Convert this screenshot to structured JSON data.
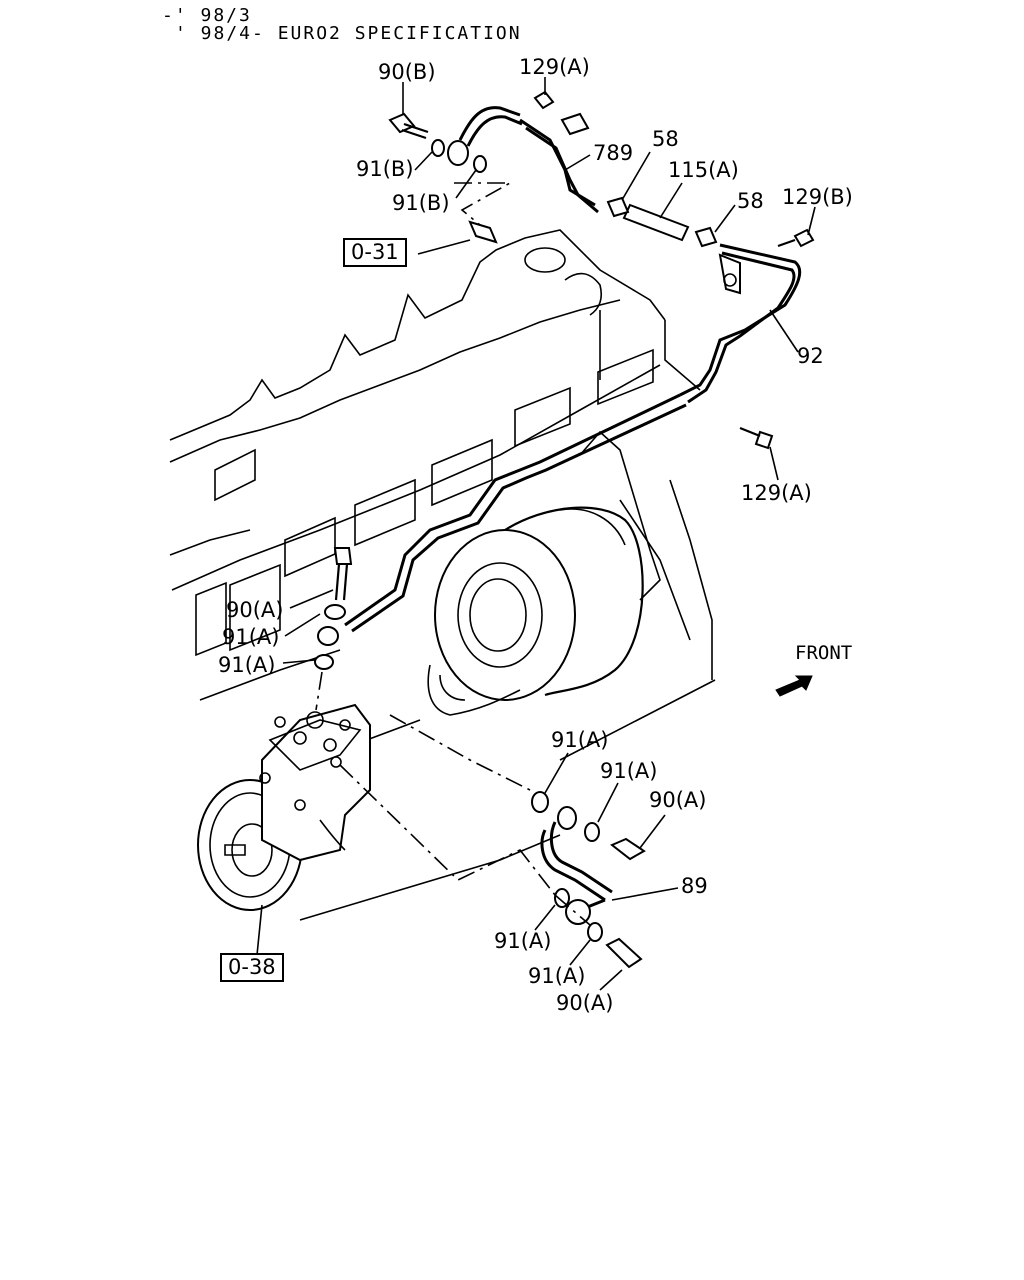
{
  "header": {
    "line1": "-' 98/3",
    "line2": "' 98/4- EURO2 SPECIFICATION"
  },
  "front_label": "FRONT",
  "callouts": {
    "c_90b": "90(B)",
    "c_129a_top": "129(A)",
    "c_789": "789",
    "c_58_a": "58",
    "c_115a": "115(A)",
    "c_58_b": "58",
    "c_129b": "129(B)",
    "c_91b_1": "91(B)",
    "c_91b_2": "91(B)",
    "c_031": "0-31",
    "c_92": "92",
    "c_129a_mid": "129(A)",
    "c_90a_left": "90(A)",
    "c_91a_left1": "91(A)",
    "c_91a_left2": "91(A)",
    "c_91a_r1": "91(A)",
    "c_91a_r2": "91(A)",
    "c_90a_r": "90(A)",
    "c_89": "89",
    "c_91a_b1": "91(A)",
    "c_91a_b2": "91(A)",
    "c_90a_b": "90(A)",
    "c_038": "0-38"
  }
}
